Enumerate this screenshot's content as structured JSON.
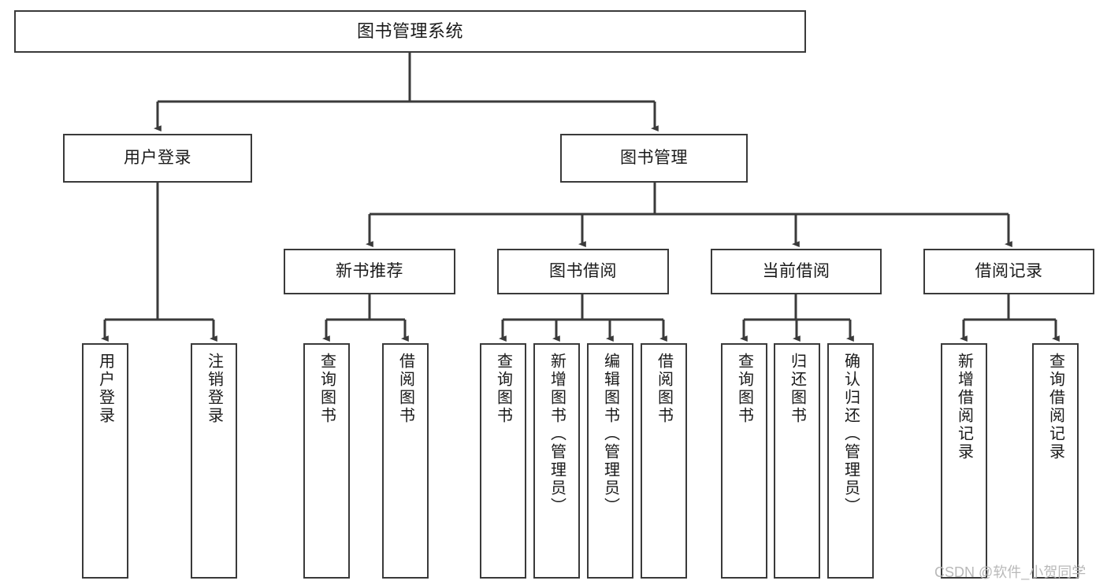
{
  "diagram": {
    "title": "图书管理系统",
    "type": "tree-hierarchy",
    "orientation": "top-down",
    "colors": {
      "background": "#ffffff",
      "box_border": "#3a3a3a",
      "box_fill": "#ffffff",
      "edge": "#3a3a3a",
      "text": "#1a1a1a",
      "watermark": "#b9b9b9"
    },
    "root": {
      "id": "root",
      "label": "图书管理系统",
      "level": 0
    },
    "level2": [
      {
        "id": "user-login",
        "label": "用户登录",
        "level": 1
      },
      {
        "id": "book-manage",
        "label": "图书管理",
        "level": 1
      }
    ],
    "level3": [
      {
        "id": "new-book-recommend",
        "label": "新书推荐",
        "level": 2,
        "parent": "book-manage"
      },
      {
        "id": "book-borrow",
        "label": "图书借阅",
        "level": 2,
        "parent": "book-manage"
      },
      {
        "id": "current-borrow",
        "label": "当前借阅",
        "level": 2,
        "parent": "book-manage"
      },
      {
        "id": "borrow-record",
        "label": "借阅记录",
        "level": 2,
        "parent": "book-manage"
      }
    ],
    "leaves": [
      {
        "id": "leaf-user-login",
        "label": "用户登录",
        "parent": "user-login"
      },
      {
        "id": "leaf-user-logout",
        "label": "注销登录",
        "parent": "user-login"
      },
      {
        "id": "leaf-rec-query-book",
        "label": "查询图书",
        "parent": "new-book-recommend"
      },
      {
        "id": "leaf-rec-borrow-book",
        "label": "借阅图书",
        "parent": "new-book-recommend"
      },
      {
        "id": "leaf-borrow-query-book",
        "label": "查询图书",
        "parent": "book-borrow"
      },
      {
        "id": "leaf-borrow-add-book",
        "label": "新增图书（管理员）",
        "parent": "book-borrow"
      },
      {
        "id": "leaf-borrow-edit-book",
        "label": "编辑图书（管理员）",
        "parent": "book-borrow"
      },
      {
        "id": "leaf-borrow-borrow-book",
        "label": "借阅图书",
        "parent": "book-borrow"
      },
      {
        "id": "leaf-cur-query-book",
        "label": "查询图书",
        "parent": "current-borrow"
      },
      {
        "id": "leaf-cur-return-book",
        "label": "归还图书",
        "parent": "current-borrow"
      },
      {
        "id": "leaf-cur-confirm-return",
        "label": "确认归还（管理员）",
        "parent": "current-borrow"
      },
      {
        "id": "leaf-rec-add-record",
        "label": "新增借阅记录",
        "parent": "borrow-record"
      },
      {
        "id": "leaf-rec-query-record",
        "label": "查询借阅记录",
        "parent": "borrow-record"
      }
    ],
    "watermark": "CSDN @软件_小贺同学"
  }
}
